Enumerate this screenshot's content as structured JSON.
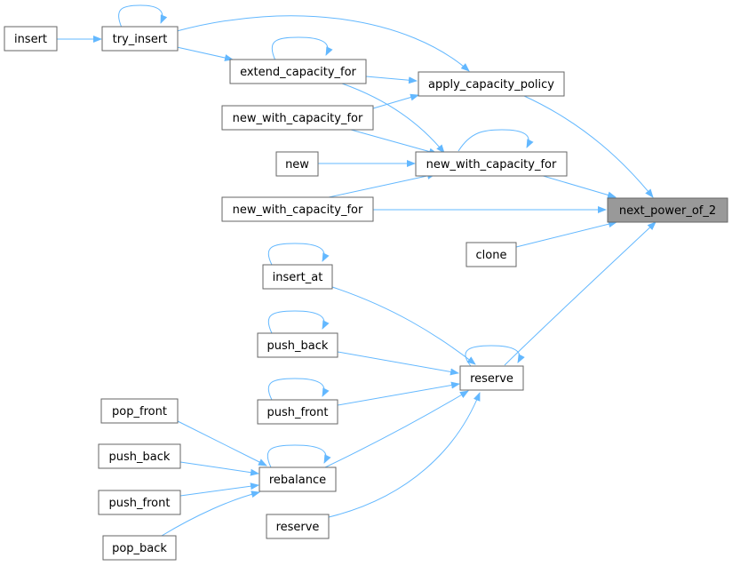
{
  "graph": {
    "title": "next_power_of_2 caller graph",
    "edge_color": "#63b8ff",
    "target_fill": "#999999",
    "nodes": {
      "insert": "insert",
      "try_insert": "try_insert",
      "extend_capacity_for": "extend_capacity_for",
      "apply_capacity_policy": "apply_capacity_policy",
      "new_with_capacity_for_1": "new_with_capacity_for",
      "new": "new",
      "new_with_capacity_for_2": "new_with_capacity_for",
      "new_with_capacity_for_3": "new_with_capacity_for",
      "next_power_of_2": "next_power_of_2",
      "clone": "clone",
      "insert_at": "insert_at",
      "push_back_1": "push_back",
      "push_front_1": "push_front",
      "reserve_1": "reserve",
      "pop_front": "pop_front",
      "push_back_2": "push_back",
      "push_front_2": "push_front",
      "rebalance": "rebalance",
      "pop_back": "pop_back",
      "reserve_2": "reserve"
    }
  }
}
